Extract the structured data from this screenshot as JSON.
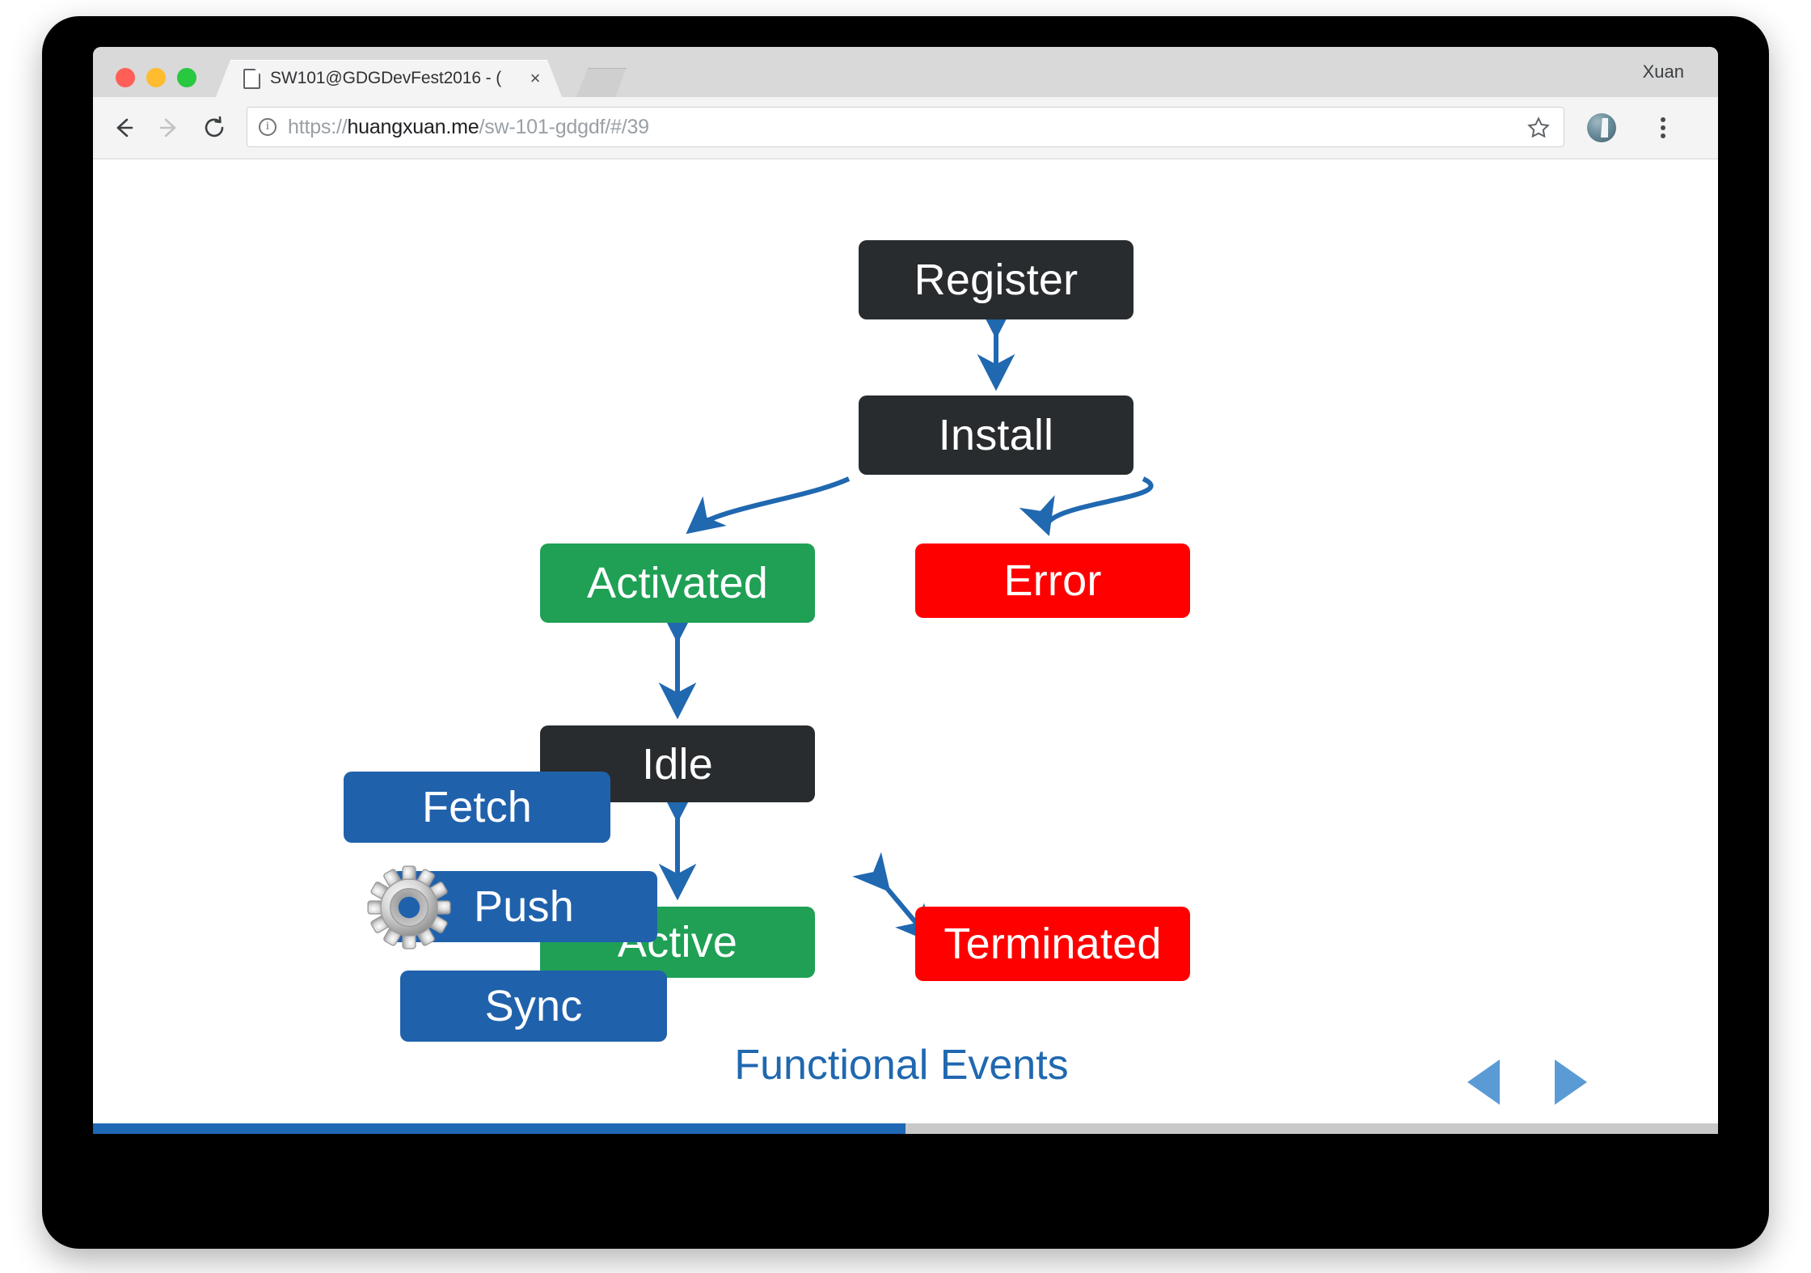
{
  "window": {
    "traffic_lights": [
      "close",
      "minimize",
      "zoom"
    ],
    "profile_name": "Xuan"
  },
  "tabs": {
    "active": {
      "title": "SW101@GDGDevFest2016 - (",
      "close_label": "×",
      "icon": "page-icon"
    },
    "inactive_count": 1
  },
  "toolbar": {
    "back_icon": "back-arrow-icon",
    "forward_icon": "forward-arrow-icon",
    "reload_icon": "reload-icon",
    "info_icon": "info-circle-icon",
    "url_scheme": "https://",
    "url_host": "huangxuan.me",
    "url_path": "/sw-101-gdgdf/#/39",
    "url_full": "https://huangxuan.me/sw-101-gdgdf/#/39",
    "star_icon": "bookmark-star-icon",
    "extension_icon": "lighthouse-extension-icon",
    "menu_icon": "three-dot-menu-icon"
  },
  "slide": {
    "caption": "Functional Events",
    "caption_color": "#2068b0",
    "nav_prev_icon": "triangle-left-icon",
    "nav_next_icon": "triangle-right-icon",
    "nav_arrow_color": "#5b9bd5",
    "gear_icon": "gear-icon",
    "progress_percent": 50,
    "progress_fill_color": "#1f68b5",
    "progress_track_color": "#c9c9c9",
    "colors": {
      "dark": "#282c2e",
      "green": "#1fa055",
      "red": "#ff0000",
      "blue": "#2061ac",
      "arrow": "#2068b0"
    },
    "nodes": [
      {
        "id": "register",
        "label": "Register",
        "style": "dark"
      },
      {
        "id": "install",
        "label": "Install",
        "style": "dark"
      },
      {
        "id": "activated",
        "label": "Activated",
        "style": "green"
      },
      {
        "id": "error",
        "label": "Error",
        "style": "red"
      },
      {
        "id": "idle",
        "label": "Idle",
        "style": "dark"
      },
      {
        "id": "active",
        "label": "Active",
        "style": "green"
      },
      {
        "id": "terminated",
        "label": "Terminated",
        "style": "red"
      },
      {
        "id": "fetch",
        "label": "Fetch",
        "style": "blue"
      },
      {
        "id": "push",
        "label": "Push",
        "style": "blue"
      },
      {
        "id": "sync",
        "label": "Sync",
        "style": "blue"
      }
    ],
    "edges": [
      {
        "from": "register",
        "to": "install",
        "kind": "double-vertical"
      },
      {
        "from": "install",
        "to": "activated",
        "kind": "curve-left"
      },
      {
        "from": "install",
        "to": "error",
        "kind": "curve-right"
      },
      {
        "from": "activated",
        "to": "idle",
        "kind": "double-vertical"
      },
      {
        "from": "idle",
        "to": "active",
        "kind": "double-vertical"
      },
      {
        "from": "active",
        "to": "terminated",
        "kind": "double-diagonal"
      }
    ]
  }
}
